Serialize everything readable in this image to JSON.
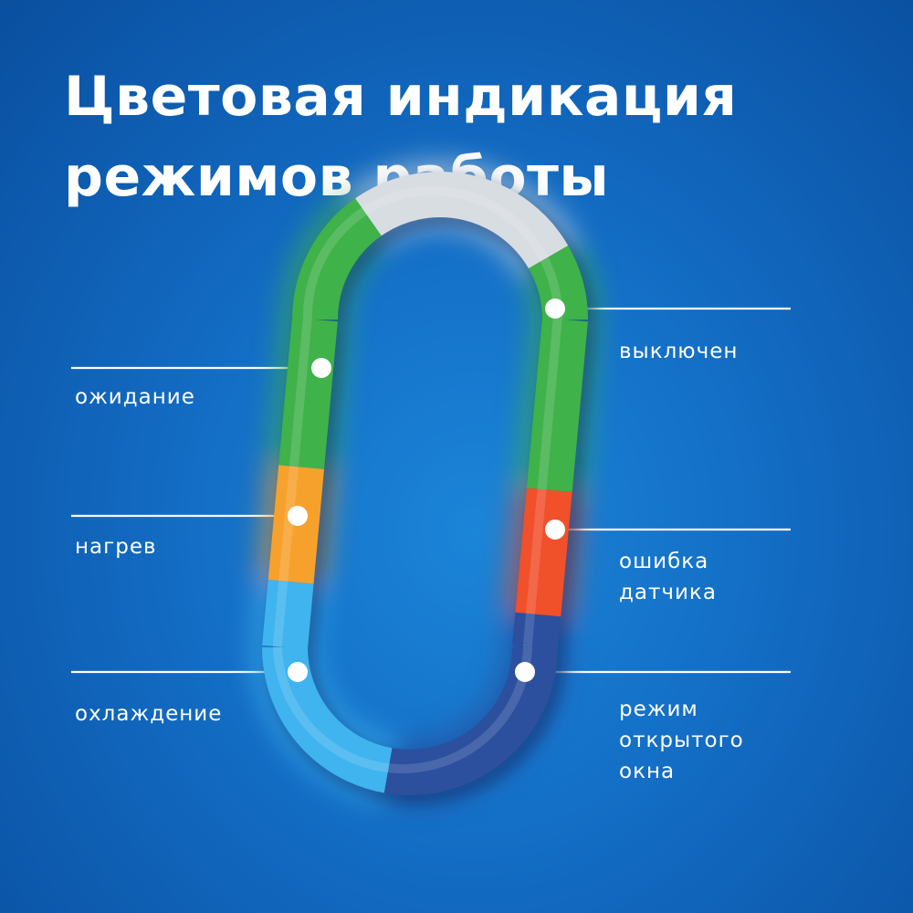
{
  "title": {
    "line1": "Цветовая индикация",
    "line2": "режимов работы"
  },
  "indicator": {
    "segments": [
      {
        "mode": "off",
        "color": "#d8dde2"
      },
      {
        "mode": "standby",
        "color": "#3fb24a"
      },
      {
        "mode": "heating",
        "color": "#f7a12d"
      },
      {
        "mode": "cooling",
        "color": "#3fb4ef"
      },
      {
        "mode": "open_window",
        "color": "#2c4f9e"
      },
      {
        "mode": "sensor_error",
        "color": "#f0502a"
      }
    ]
  },
  "labels": {
    "standby": "ожидание",
    "heating": "нагрев",
    "cooling": "охлаждение",
    "off": "выключен",
    "sensor_error": {
      "line1": "ошибка",
      "line2": "датчика"
    },
    "open_window": {
      "line1": "режим",
      "line2": "открытого",
      "line3": "окна"
    }
  }
}
